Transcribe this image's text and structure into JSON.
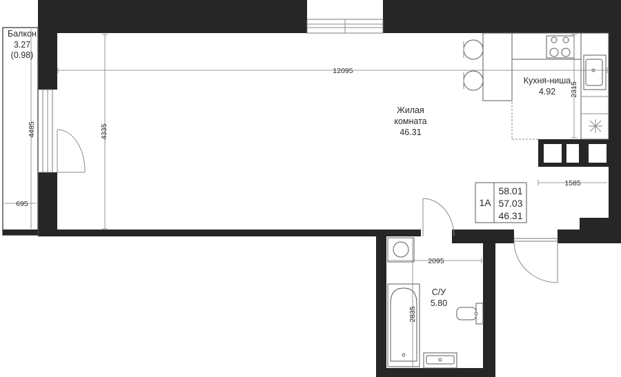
{
  "rooms": {
    "living": {
      "name_line1": "Жилая",
      "name_line2": "комната",
      "area": "46.31"
    },
    "kitchen": {
      "name": "Кухня-ниша",
      "area": "4.92"
    },
    "bathroom": {
      "name": "С/У",
      "area": "5.80"
    },
    "balcony": {
      "name": "Балкон",
      "area": "3.27",
      "area_coef": "(0.98)"
    }
  },
  "dimensions": {
    "width_total": "12095",
    "living_height": "4335",
    "balcony_height": "4485",
    "balcony_width": "695",
    "kitchen_depth": "2315",
    "kitchen_width": "1585",
    "bath_width": "2095",
    "bath_height": "2835"
  },
  "summary": {
    "apartment_type": "1А",
    "total_area": "58.01",
    "area_no_balcony": "57.03",
    "living_area": "46.31"
  }
}
